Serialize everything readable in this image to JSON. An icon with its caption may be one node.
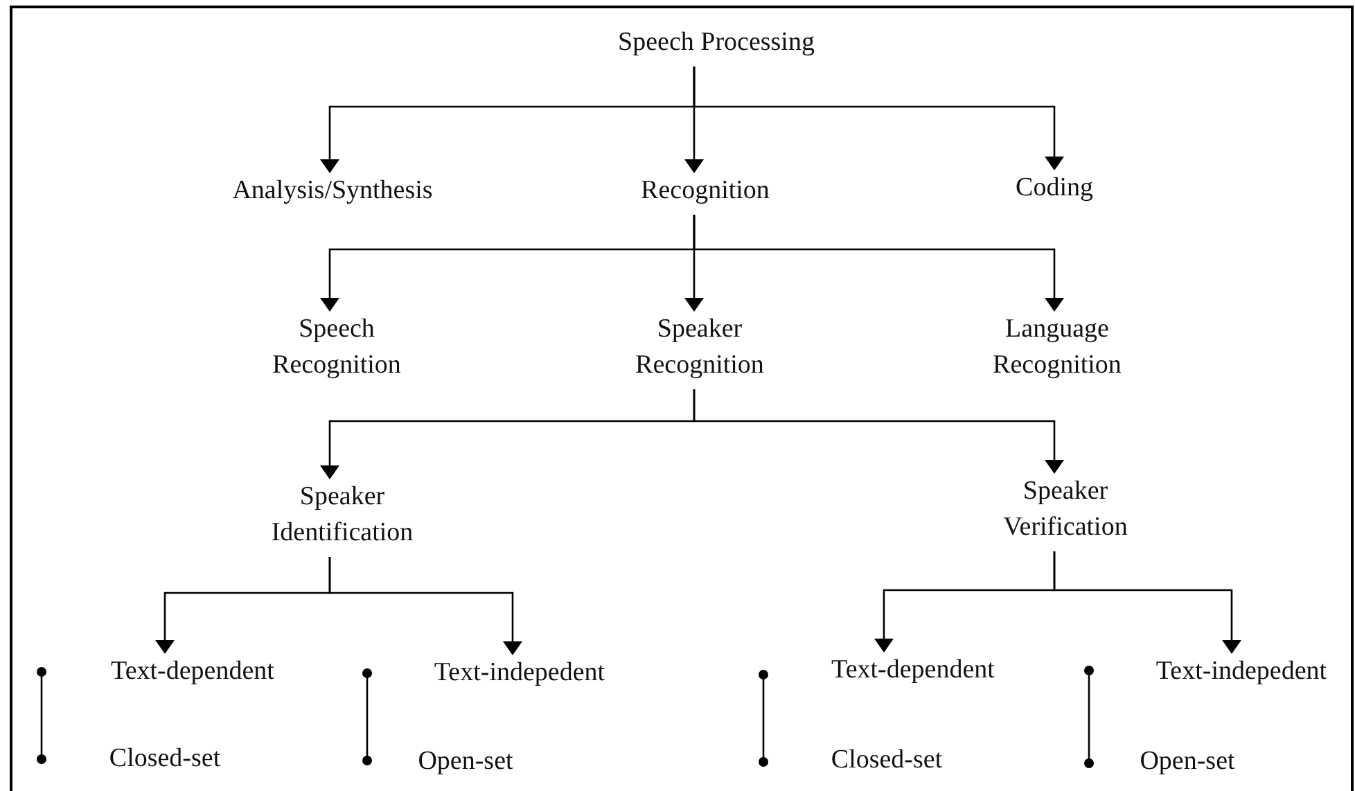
{
  "diagram": {
    "nodes": [
      {
        "text": [
          "Speech Processing"
        ]
      },
      {
        "text": [
          "Analysis/Synthesis"
        ]
      },
      {
        "text": [
          "Recognition"
        ]
      },
      {
        "text": [
          "Coding"
        ]
      },
      {
        "text": [
          "Speech Recognition"
        ]
      },
      {
        "text": [
          "Speaker Recognition"
        ]
      },
      {
        "text": [
          "Language Recognition"
        ]
      },
      {
        "text": [
          "Speaker Identification"
        ]
      },
      {
        "text": [
          "Speaker Verification"
        ]
      },
      {
        "text": [
          "Text-dependent"
        ]
      },
      {
        "text": [
          "Closed-set"
        ]
      },
      {
        "text": [
          "Text-indepedent"
        ]
      },
      {
        "text": [
          "Open-set"
        ]
      },
      {
        "text": [
          "Text-dependent"
        ]
      },
      {
        "text": [
          "Closed-set"
        ]
      },
      {
        "text": [
          "Text-indepedent"
        ]
      },
      {
        "text": [
          "Open-set"
        ]
      }
    ],
    "edges": [
      {
        "from": 0,
        "to": 1,
        "arrow": "to"
      },
      {
        "from": 0,
        "to": 2,
        "arrow": "to"
      },
      {
        "from": 0,
        "to": 3,
        "arrow": "to"
      },
      {
        "from": 2,
        "to": 4,
        "arrow": "to"
      },
      {
        "from": 2,
        "to": 5,
        "arrow": "to"
      },
      {
        "from": 2,
        "to": 6,
        "arrow": "to"
      },
      {
        "from": 5,
        "to": 7,
        "arrow": "to"
      },
      {
        "from": 5,
        "to": 8,
        "arrow": "to"
      },
      {
        "from": 7,
        "to": 9,
        "arrow": "to"
      },
      {
        "from": 7,
        "to": 11,
        "arrow": "to"
      },
      {
        "from": 8,
        "to": 13,
        "arrow": "to"
      },
      {
        "from": 8,
        "to": 15,
        "arrow": "to"
      }
    ]
  }
}
